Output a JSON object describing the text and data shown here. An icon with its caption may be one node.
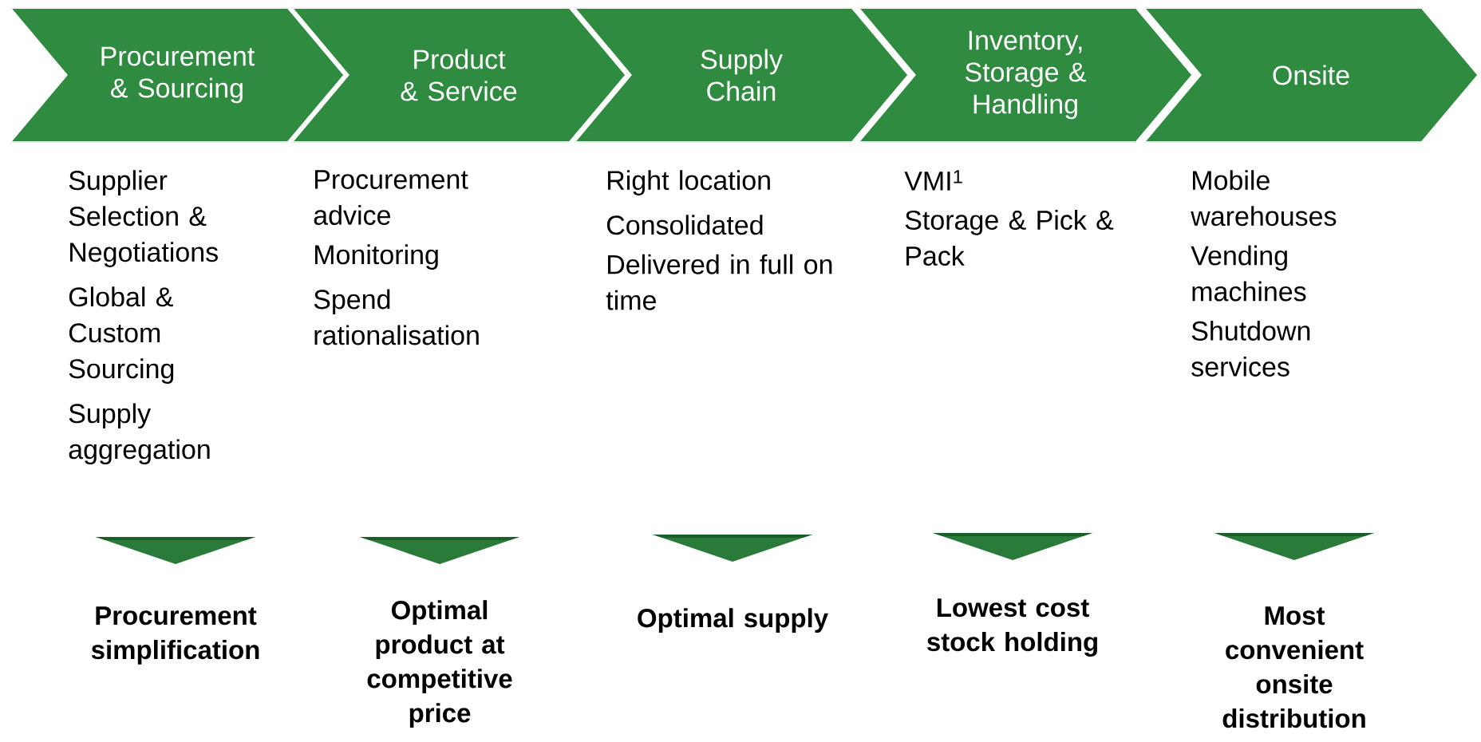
{
  "diagram": {
    "nodes": [
      {
        "text": [
          "Procurement & Sourcing"
        ],
        "beside": [
          "Supplier Selection & Negotiations",
          "Global & Custom Sourcing",
          "Supply aggregation"
        ]
      },
      {
        "text": [
          "Product & Service"
        ],
        "beside": [
          "Procurement advice",
          "Monitoring",
          "Spend rationalisation"
        ]
      },
      {
        "text": [
          "Supply Chain"
        ],
        "beside": [
          "Right location",
          "Consolidated",
          "Delivered in full on time"
        ]
      },
      {
        "text": [
          "Inventory, Storage & Handling"
        ],
        "beside": [
          "VMI$^{1}$",
          "Storage & Pick & Pack"
        ]
      },
      {
        "text": [
          "Onsite"
        ],
        "beside": [
          "Mobile warehouses",
          "Vending machines",
          "Shutdown services"
        ]
      },
      {
        "text": [],
        "shape": "triangle",
        "beside": [
          "Procurement simplification"
        ]
      },
      {
        "text": [],
        "shape": "triangle",
        "beside": [
          "Optimal product at competitive price"
        ]
      },
      {
        "text": [],
        "shape": "triangle",
        "beside": [
          "Optimal supply"
        ]
      },
      {
        "text": [],
        "shape": "triangle",
        "beside": [
          "Lowest cost stock holding"
        ]
      },
      {
        "text": [],
        "shape": "triangle",
        "beside": [
          "Most convenient onsite distribution"
        ]
      }
    ]
  }
}
